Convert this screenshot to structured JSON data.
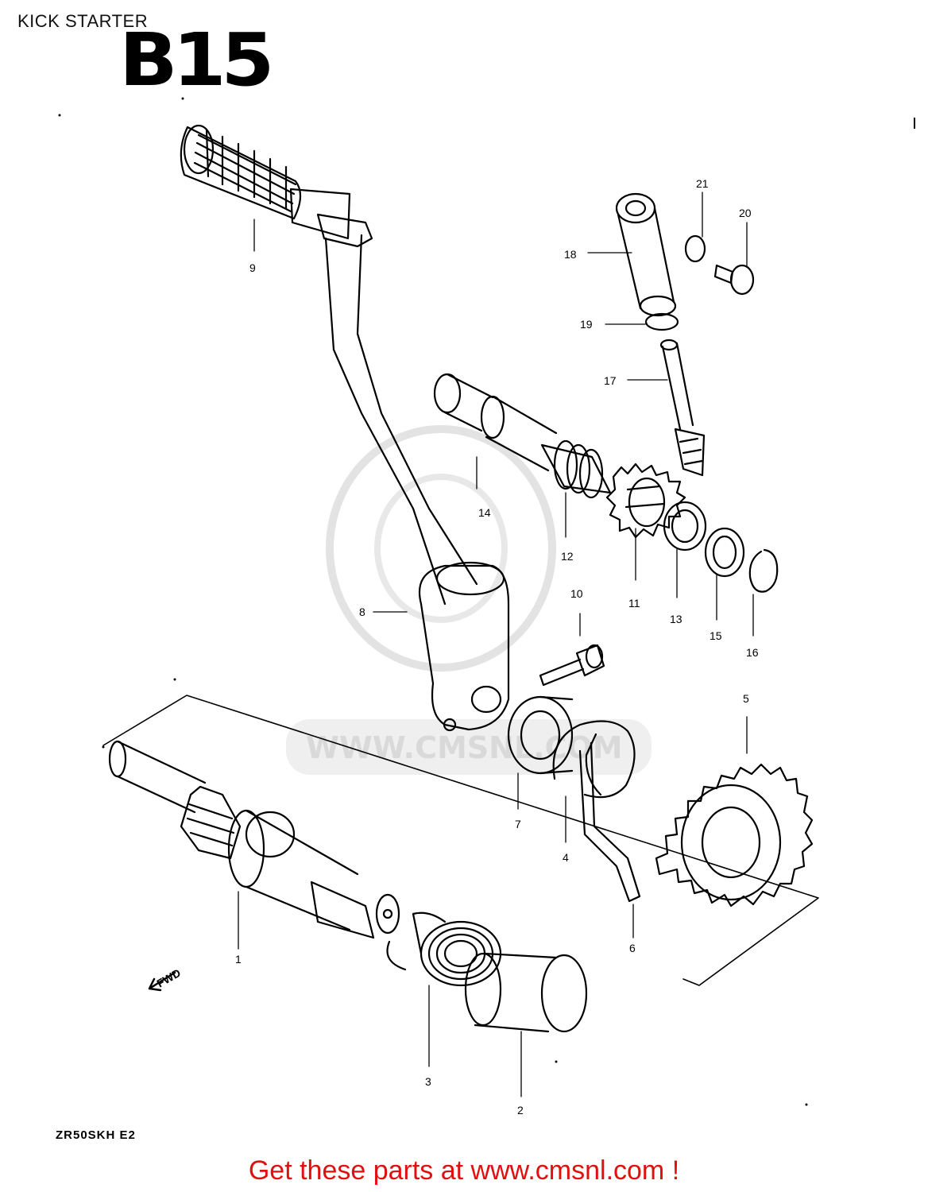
{
  "page": {
    "header": "KICK STARTER",
    "section_code": "B15",
    "model_code": "ZR50SKH E2",
    "cta": "Get these parts at www.cmsnl.com !",
    "watermark": "WWW.CMSNL.COM",
    "fwd_marker": "FWD"
  },
  "colors": {
    "line": "#000000",
    "cta": "#e01010",
    "watermark": "#d9d9d9"
  },
  "callouts": [
    {
      "id": "1",
      "label": "1"
    },
    {
      "id": "2",
      "label": "2"
    },
    {
      "id": "3",
      "label": "3"
    },
    {
      "id": "4",
      "label": "4"
    },
    {
      "id": "5",
      "label": "5"
    },
    {
      "id": "6",
      "label": "6"
    },
    {
      "id": "7",
      "label": "7"
    },
    {
      "id": "8",
      "label": "8"
    },
    {
      "id": "9",
      "label": "9"
    },
    {
      "id": "10",
      "label": "10"
    },
    {
      "id": "11",
      "label": "11"
    },
    {
      "id": "12",
      "label": "12"
    },
    {
      "id": "13",
      "label": "13"
    },
    {
      "id": "14",
      "label": "14"
    },
    {
      "id": "15",
      "label": "15"
    },
    {
      "id": "16",
      "label": "16"
    },
    {
      "id": "17",
      "label": "17"
    },
    {
      "id": "18",
      "label": "18"
    },
    {
      "id": "19",
      "label": "19"
    },
    {
      "id": "20",
      "label": "20"
    },
    {
      "id": "21",
      "label": "21"
    }
  ]
}
